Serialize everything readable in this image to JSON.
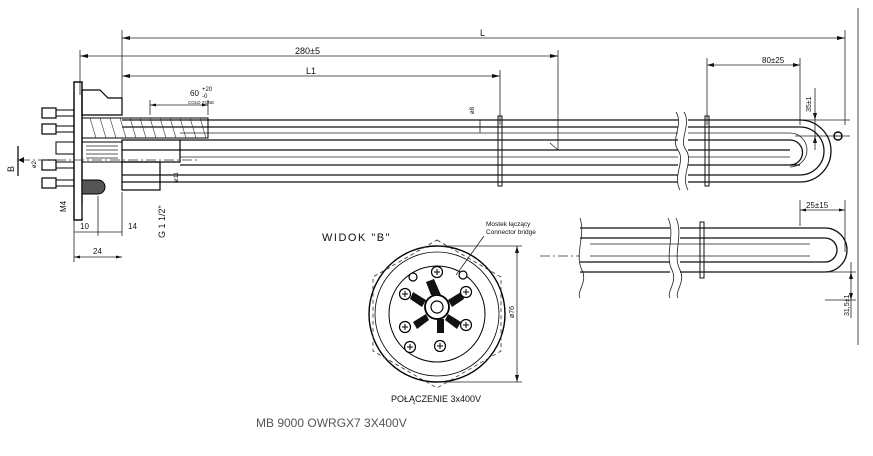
{
  "dimensions": {
    "L": "L",
    "d280": "280±5",
    "L1": "L1",
    "cold_zone_value": "60",
    "cold_zone_tol_plus": "+20",
    "cold_zone_tol_minus": "-0",
    "cold_zone_label": "COLD ZONE",
    "d80": "80±25",
    "d35": "35±1",
    "phi8": "ø8",
    "phi11": "ø11",
    "phi2": "ø2",
    "M4": "M4",
    "d10": "10",
    "d14": "14",
    "d24": "24",
    "G": "G 1 1/2\"",
    "d25": "25±15",
    "d31_5": "31,5±1",
    "phi76": "ø76",
    "view_arrow": "B"
  },
  "view_b": {
    "title": "WIDOK \"B\"",
    "bridge_pl": "Mostek łączący",
    "bridge_en": "Connector bridge",
    "connection": "POŁĄCZENIE  3x400V"
  },
  "caption": "MB 9000 OWRGX7 3X400V"
}
